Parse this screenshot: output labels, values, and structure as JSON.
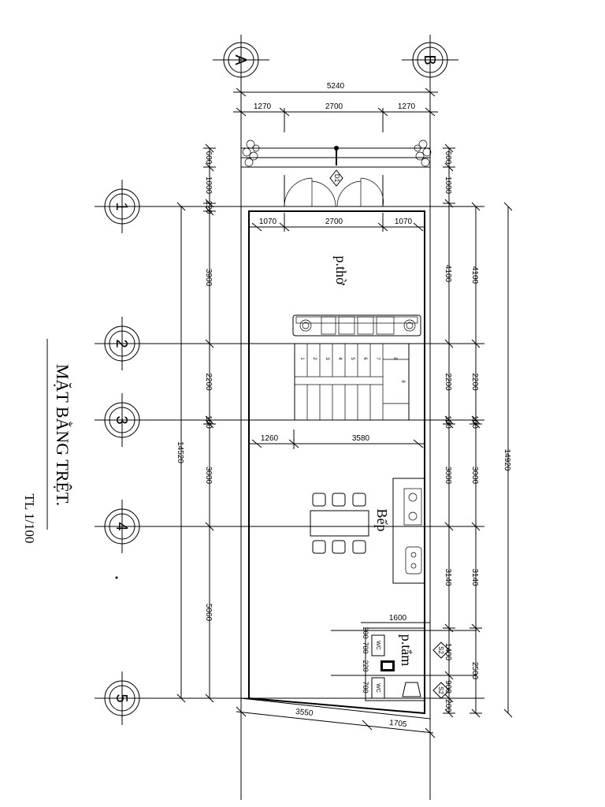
{
  "title": "MẶT BẰNG TRỆT.",
  "scale": "TL 1/100",
  "rooms": {
    "altar": "p.thờ",
    "kitchen": "Bếp",
    "bath": "p.tắm"
  },
  "grid_axes": {
    "letters": [
      "A",
      "B"
    ],
    "numbers": [
      "1",
      "2",
      "3",
      "4",
      "5"
    ]
  },
  "dims_top": {
    "overall": "5240",
    "parts": [
      "1270",
      "2700",
      "1270"
    ]
  },
  "dims_inner_top": [
    "1070",
    "2700",
    "1070"
  ],
  "dims_mid": [
    "1260",
    "3580"
  ],
  "dims_bottom": {
    "left": "3550",
    "right": "1705"
  },
  "dims_bath": {
    "width": "1600",
    "segments": [
      "200",
      "700",
      "220",
      "700"
    ]
  },
  "dims_left_inner": [
    "600",
    "1000",
    "220",
    "3900",
    "2200",
    "100",
    "3000",
    "5060"
  ],
  "dims_left_total": "14520",
  "dims_right_inner": [
    "600",
    "1000",
    "4100",
    "2200",
    "100",
    "3000",
    "3140",
    "1400",
    "900",
    "200"
  ],
  "dims_right_outer": [
    "4100",
    "2200",
    "100",
    "3000",
    "3140",
    "2500"
  ],
  "dims_right_total": "14920",
  "door_tags": [
    "D1",
    "S2",
    "S2"
  ],
  "fixture_labels": [
    "WC",
    "WC"
  ],
  "stair_numbers": [
    "1",
    "2",
    "3",
    "4",
    "5",
    "6",
    "7",
    "8",
    "9"
  ]
}
